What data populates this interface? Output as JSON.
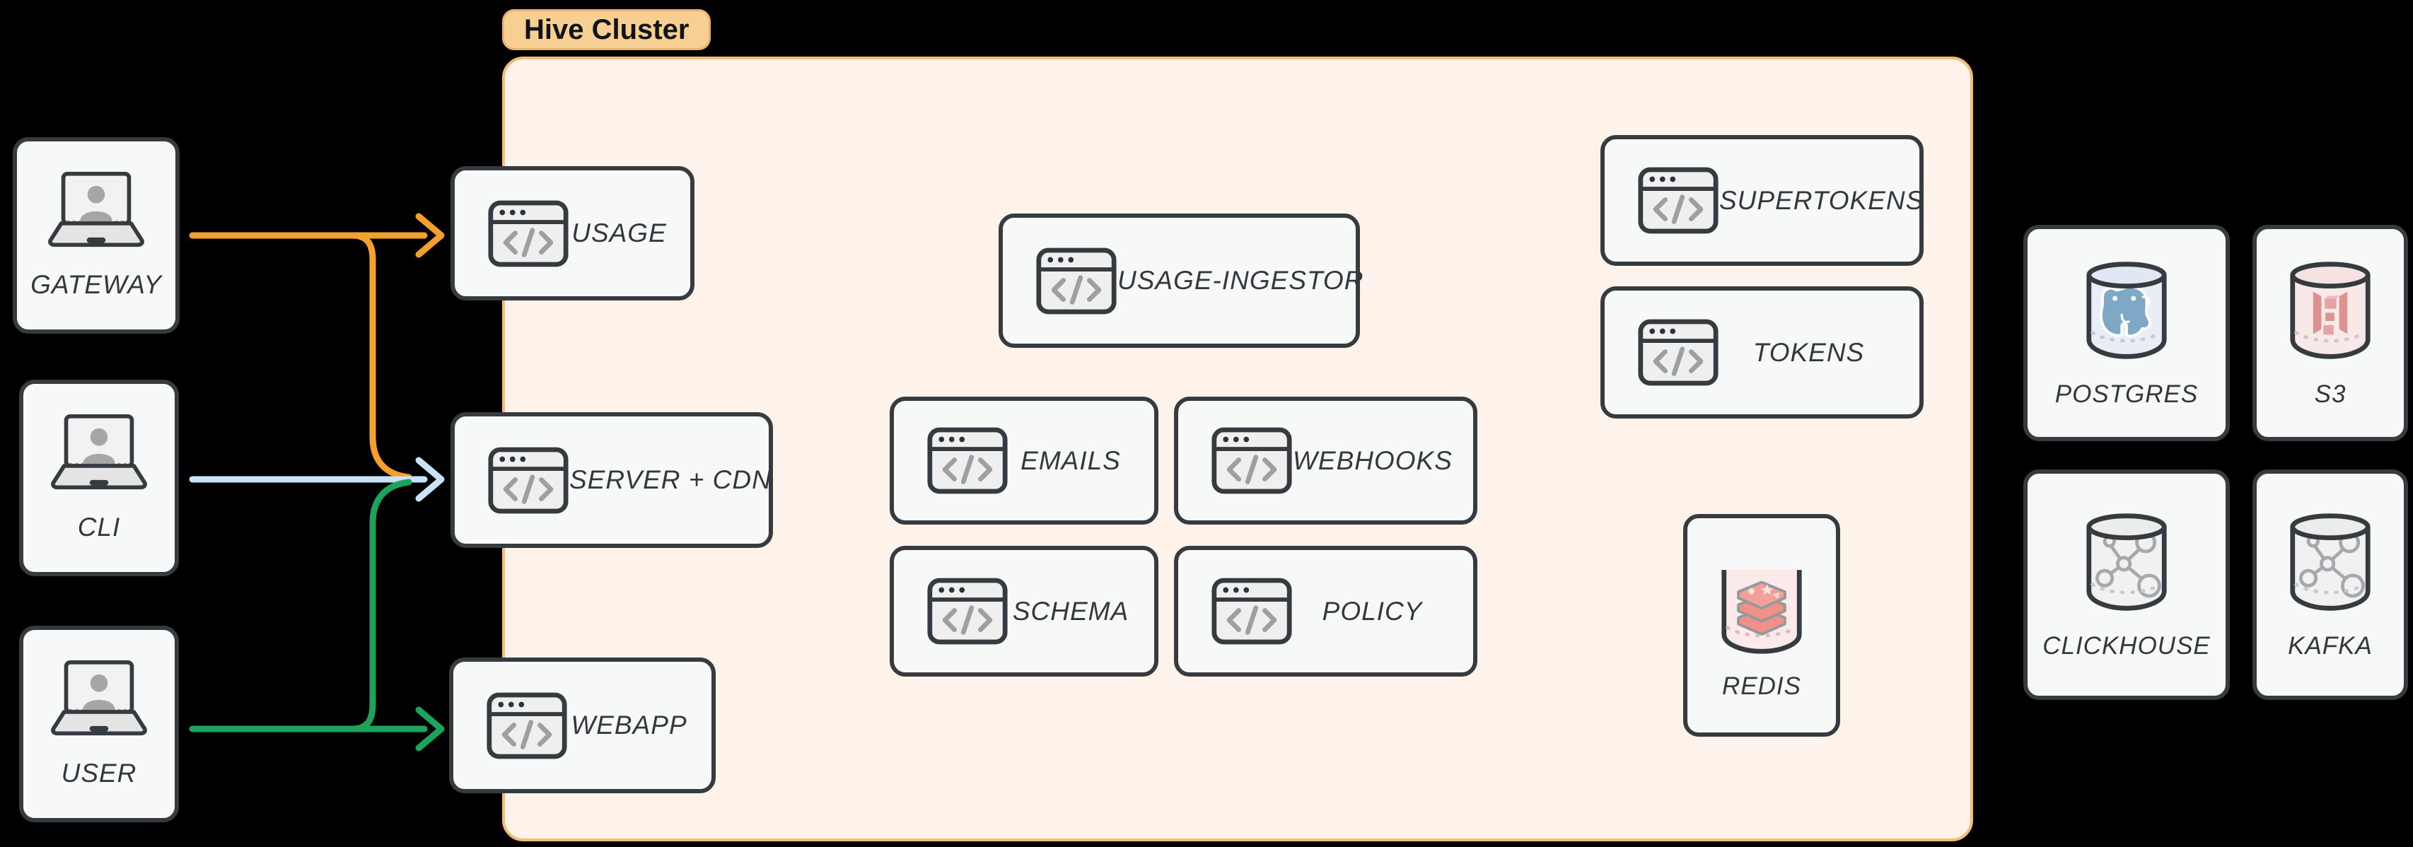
{
  "cluster": {
    "label": "Hive Cluster"
  },
  "clients": [
    {
      "id": "gateway",
      "label": "GATEWAY"
    },
    {
      "id": "cli",
      "label": "CLI"
    },
    {
      "id": "user",
      "label": "USER"
    }
  ],
  "services": [
    {
      "id": "usage",
      "label": "USAGE",
      "icon": "code-window"
    },
    {
      "id": "server-cdn",
      "label": "SERVER + CDN",
      "icon": "code-window"
    },
    {
      "id": "webapp",
      "label": "WEBAPP",
      "icon": "code-window"
    },
    {
      "id": "usage-ingestor",
      "label": "USAGE-INGESTOR",
      "icon": "code-window"
    },
    {
      "id": "emails",
      "label": "EMAILS",
      "icon": "code-window"
    },
    {
      "id": "webhooks",
      "label": "WEBHOOKS",
      "icon": "code-window"
    },
    {
      "id": "schema",
      "label": "SCHEMA",
      "icon": "code-window"
    },
    {
      "id": "policy",
      "label": "POLICY",
      "icon": "code-window"
    },
    {
      "id": "supertokens",
      "label": "SUPERTOKENS",
      "icon": "code-window"
    },
    {
      "id": "tokens",
      "label": "TOKENS",
      "icon": "code-window"
    },
    {
      "id": "redis",
      "label": "REDIS",
      "icon": "redis-database"
    }
  ],
  "external_stores": [
    {
      "id": "postgres",
      "label": "POSTGRES",
      "icon": "postgres-database"
    },
    {
      "id": "s3",
      "label": "S3",
      "icon": "s3-database"
    },
    {
      "id": "clickhouse",
      "label": "CLICKHOUSE",
      "icon": "graph-database"
    },
    {
      "id": "kafka",
      "label": "KAFKA",
      "icon": "graph-database"
    }
  ],
  "connections": [
    {
      "from": "GATEWAY",
      "to": "USAGE",
      "color_key": "arrow_orange"
    },
    {
      "from": "GATEWAY",
      "to": "SERVER + CDN",
      "color_key": "arrow_orange"
    },
    {
      "from": "CLI",
      "to": "SERVER + CDN",
      "color_key": "arrow_blue"
    },
    {
      "from": "USER",
      "to": "WEBAPP",
      "color_key": "arrow_green"
    },
    {
      "from": "USER",
      "to": "SERVER + CDN",
      "color_key": "arrow_green"
    }
  ],
  "colors": {
    "canvas_bg": "#000000",
    "node_bg": "#F7F8F8",
    "node_border": "#363B40",
    "cluster_bg": "#FDF3EA",
    "cluster_border": "#F0BC76",
    "cluster_pill_bg": "#F8CF92",
    "label_text": "#33383D",
    "arrow_orange": "#F59F2D",
    "arrow_blue": "#C9E2F8",
    "arrow_green": "#1CA45C"
  }
}
